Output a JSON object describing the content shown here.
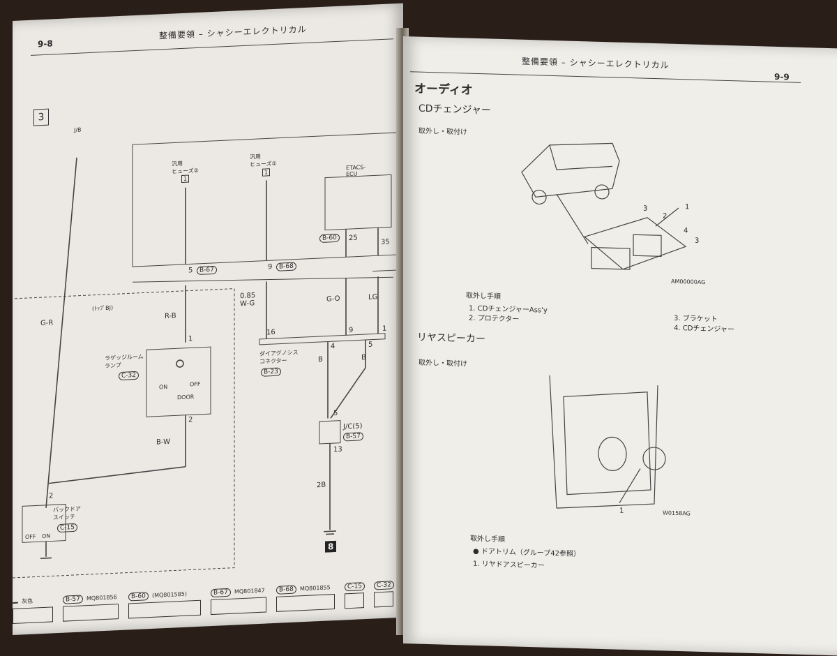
{
  "left_page": {
    "header": "整備要領 – シャシーエレクトリカル",
    "page_number": "9-8",
    "figure_number": "3",
    "jb_label": "J/B",
    "fuse2_label": "汎用\nヒューズ②",
    "fuse2_num": "1",
    "fuse1_label": "汎用\nヒューズ①",
    "fuse1_num": "1",
    "etacs_label": "ETACS-\nECU",
    "b67_pin": "5",
    "b67_tag": "B-67",
    "b68_pin": "9",
    "b68_tag": "B-68",
    "b60_tag": "B-60",
    "b60_pin1": "25",
    "b60_pin2": "35",
    "dashed_title": "(ﾄｯﾌﾟBJ)",
    "wire_gr": "G-R",
    "wire_rb": "R-B",
    "wire_085": "0.85\nW-G",
    "wire_go": "G-O",
    "wire_lg": "LG",
    "pin1": "1",
    "lamp_label": "ラゲッジルーム\nランプ",
    "lamp_tag": "C-32",
    "on_label": "ON",
    "off_label": "OFF",
    "door_label": "DOOR",
    "pin2": "2",
    "wire_bw": "B-W",
    "diag_pins": [
      "16",
      "9",
      "1"
    ],
    "diag_label": "ダイアグノシス\nコネクター",
    "diag_tag": "B-23",
    "diag_pin4": "4",
    "diag_pin5": "5",
    "wire_b1": "B",
    "wire_b2": "B",
    "jc_pin5": "5",
    "jc_label": "J/C(5)",
    "jc_tag": "B-57",
    "jc_pin13": "13",
    "wire_2b": "2B",
    "goto_8": "8",
    "backdoor_pin": "2",
    "backdoor_label": "バックドア\nスイッチ",
    "backdoor_tag": "C-15",
    "bd_off": "OFF",
    "bd_on": "ON",
    "connectors": [
      {
        "tag": "",
        "code": "灰色"
      },
      {
        "tag": "B-57",
        "code": "MQ801856"
      },
      {
        "tag": "B-60",
        "code": "(MQ801585)"
      },
      {
        "tag": "B-67",
        "code": "MQ801847"
      },
      {
        "tag": "B-68",
        "code": "MQ801855"
      },
      {
        "tag": "C-15",
        "code": ""
      },
      {
        "tag": "C-32",
        "code": ""
      }
    ]
  },
  "right_page": {
    "header": "整備要領 – シャシーエレクトリカル",
    "page_number": "9-9",
    "section_title": "オーディオ",
    "sub1_title": "CDチェンジャー",
    "sub1_caption": "取外し・取付け",
    "sub1_fig_code": "AM00000AG",
    "sub1_callouts": [
      "1",
      "2",
      "3",
      "4",
      "3"
    ],
    "sub1_steps_title": "取外し手順",
    "sub1_steps": [
      "1. CDチェンジャーAss'y",
      "2. プロテクター"
    ],
    "sub1_steps_right": [
      "3. ブラケット",
      "4. CDチェンジャー"
    ],
    "sub2_title": "リヤスピーカー",
    "sub2_caption": "取外し・取付け",
    "sub2_fig_code": "W0158AG",
    "sub2_callout": "1",
    "sub2_steps_title": "取外し手順",
    "sub2_steps": [
      "● ドアトリム（グループ42参照）",
      "1. リヤドアスピーカー"
    ]
  }
}
